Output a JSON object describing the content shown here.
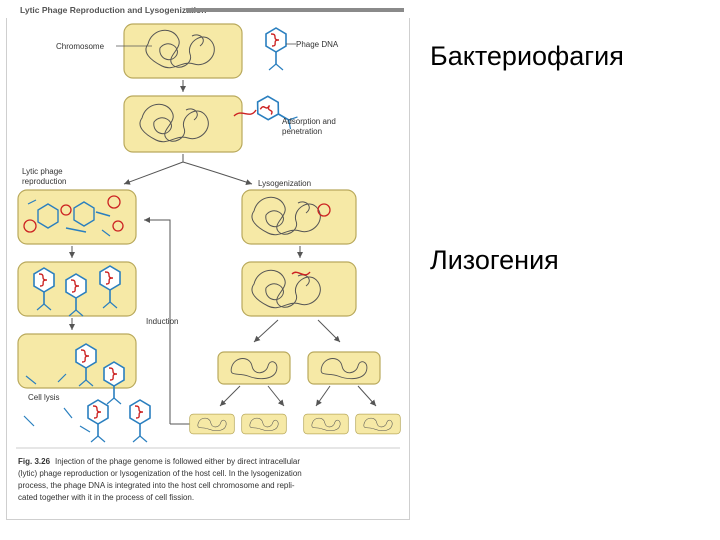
{
  "figure": {
    "title": "Lytic Phage Reproduction and Lysogenization",
    "labels": {
      "chromosome": "Chromosome",
      "phage_dna": "Phage DNA",
      "adsorption": [
        "Adsorption and",
        "penetration"
      ],
      "lytic": [
        "Lytic phage",
        "reproduction"
      ],
      "lysogenization": "Lysogenization",
      "induction": "Induction",
      "cell_lysis": "Cell lysis"
    },
    "caption_number": "Fig. 3.26",
    "caption_lines": [
      "Injection of the phage genome is followed either by direct intracellular",
      "(lytic) phage reproduction or lysogenization of the host cell. In the lysogenization",
      "process, the phage DNA is integrated into the host cell chromosome and repli-",
      "cated together with it in the process of cell fission."
    ],
    "colors": {
      "cell_fill": "#f6e9a6",
      "cell_stroke": "#b9a95c",
      "phage_dna": "#cc2222",
      "phage_capsid": "#2a7fbf",
      "title_bar": "#7f7f7f",
      "arrow": "#555555"
    }
  },
  "slide": {
    "title_1": "Бактериофагия",
    "title_2": "Лизогения"
  }
}
